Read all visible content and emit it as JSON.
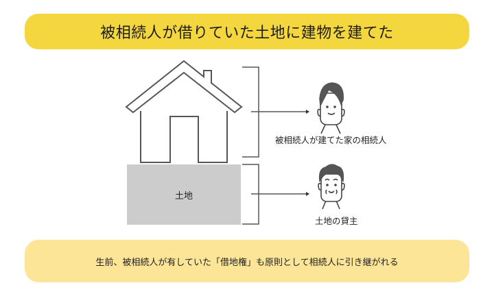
{
  "title": "被相続人が借りていた土地に建物を建てた",
  "diagram": {
    "land_label": "土地",
    "house_heir_caption": "被相続人が建てた家の相続人",
    "landowner_caption": "土地の貸主",
    "icons": {
      "house": "house-icon",
      "heir": "person-young-icon",
      "landowner": "person-older-icon"
    }
  },
  "note": "生前、被相続人が有していた「借地権」も原則として相続人に引き継がれる",
  "colors": {
    "title_bg": "#f4d63e",
    "note_bg": "#fde597",
    "land_fill": "#cccccc",
    "line": "#555555"
  }
}
